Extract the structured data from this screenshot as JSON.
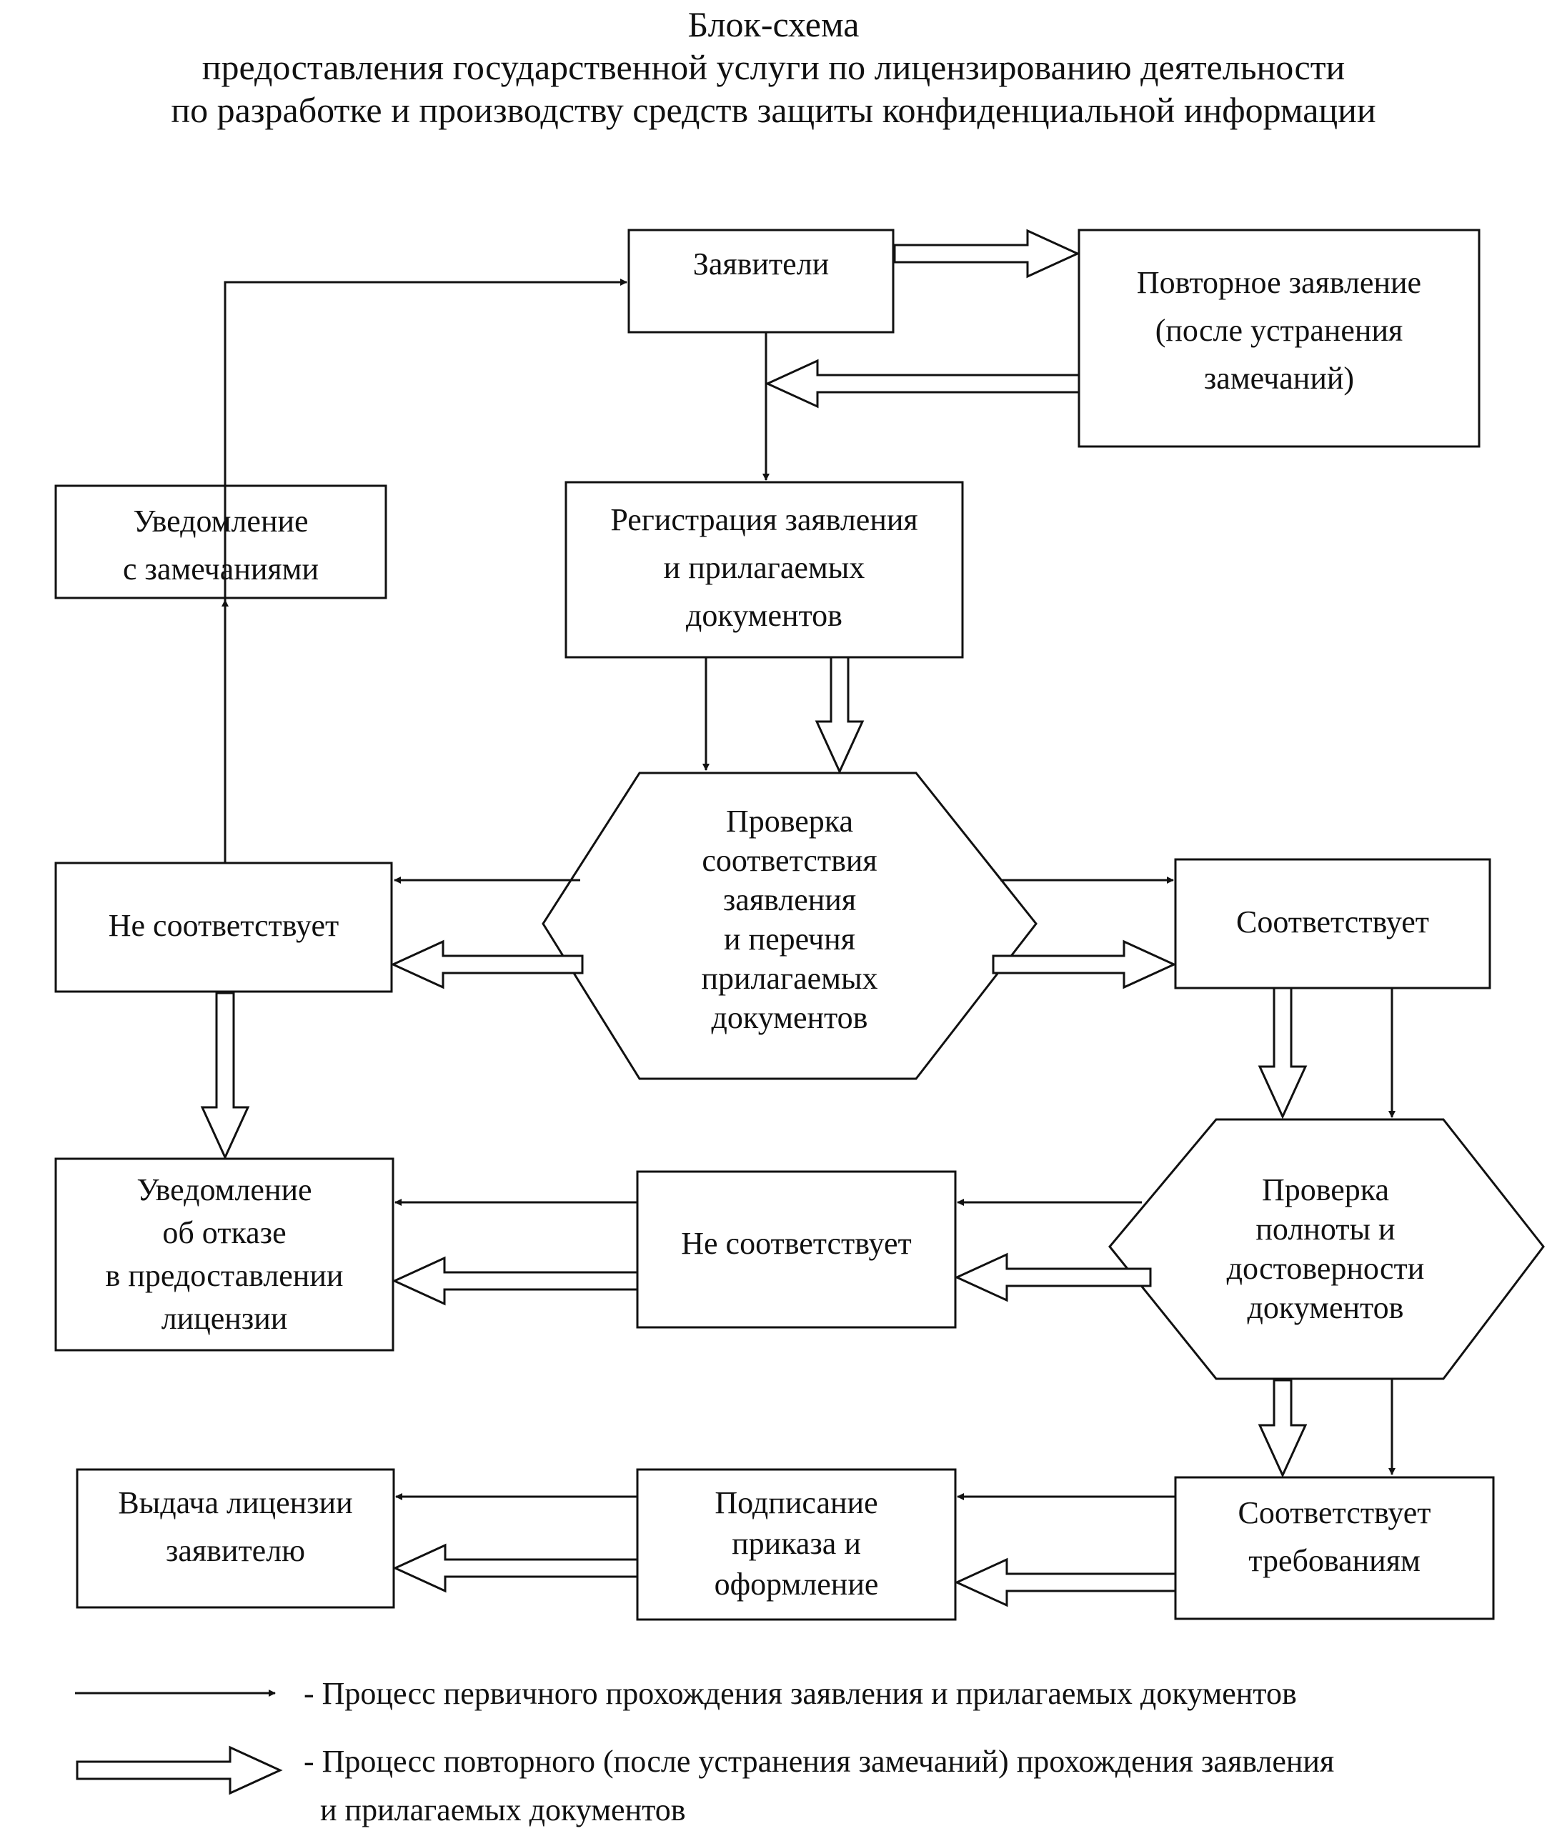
{
  "title": {
    "line1": "Блок-схема",
    "line2": "предоставления государственной услуги по лицензированию деятельности",
    "line3": "по разработке и производству средств защиты конфиденциальной информации"
  },
  "nodes": {
    "applicants": [
      "Заявители"
    ],
    "reapplication": [
      "Повторное заявление",
      "(после устранения",
      "замечаний)"
    ],
    "notice_remarks": [
      "Уведомление",
      "с замечаниями"
    ],
    "registration": [
      "Регистрация заявления",
      "и прилагаемых",
      "документов"
    ],
    "check_conformity": [
      "Проверка",
      "соответствия",
      "заявления",
      "и перечня",
      "прилагаемых",
      "документов"
    ],
    "not_conform_1": [
      "Не соответствует"
    ],
    "conform_1": [
      "Соответствует"
    ],
    "refusal_notice": [
      "Уведомление",
      "об отказе",
      "в предоставлении",
      "лицензии"
    ],
    "not_conform_2": [
      "Не соответствует"
    ],
    "check_completeness": [
      "Проверка",
      "полноты и",
      "достоверности",
      "документов"
    ],
    "issue_license": [
      "Выдача лицензии",
      "заявителю"
    ],
    "sign_order": [
      "Подписание",
      "приказа и",
      "оформление"
    ],
    "meets_requirements": [
      "Соответствует",
      "требованиям"
    ]
  },
  "legend": {
    "primary": "- Процесс первичного прохождения заявления и прилагаемых документов",
    "repeat_line1": "- Процесс повторного (после устранения замечаний) прохождения заявления",
    "repeat_line2": "и прилагаемых документов"
  },
  "colors": {
    "stroke": "#111111",
    "background": "#ffffff"
  }
}
